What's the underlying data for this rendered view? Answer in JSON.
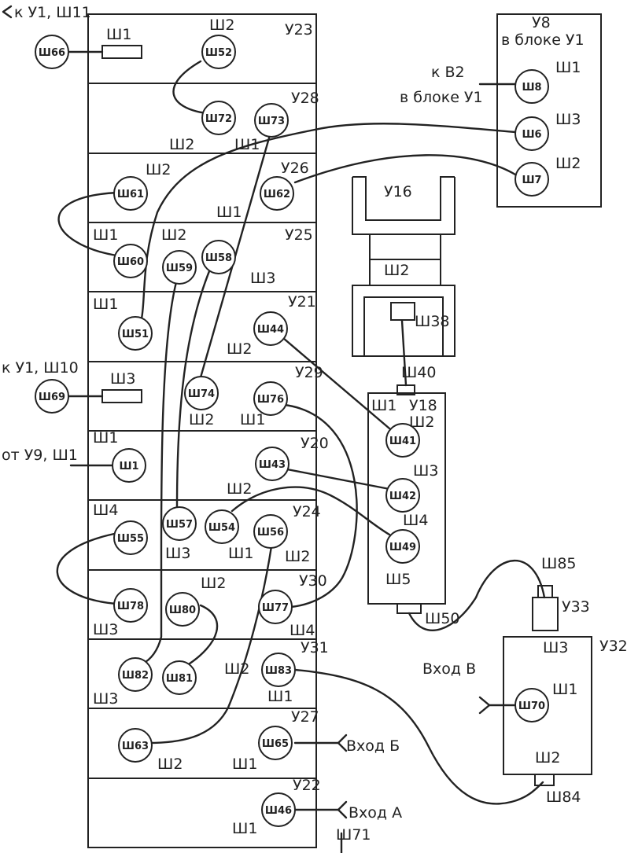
{
  "rack": {
    "units": [
      "У23",
      "У28",
      "У26",
      "У25",
      "У21",
      "У29",
      "У20",
      "У24",
      "У30",
      "У31",
      "У27",
      "У22"
    ]
  },
  "rack_texts": [
    "Ш1",
    "Ш2",
    "Ш2",
    "Ш1",
    "Ш2",
    "Ш1",
    "Ш1",
    "Ш2",
    "Ш3",
    "Ш1",
    "Ш2",
    "Ш3",
    "Ш2",
    "Ш1",
    "Ш1",
    "Ш2",
    "Ш4",
    "Ш3",
    "Ш1",
    "Ш2",
    "Ш2",
    "Ш3",
    "Ш4",
    "Ш2",
    "Ш3",
    "Ш1",
    "Ш2",
    "Ш1",
    "Ш1",
    "Ш71"
  ],
  "outside_texts": [
    "к У1, Ш11",
    "к У1, Ш10",
    "от У9, Ш1",
    "к В2",
    "в блоке У1",
    "У8",
    "в блоке У1",
    "Ш1",
    "Ш3",
    "Ш2",
    "У16",
    "Ш2",
    "Ш38",
    "Ш40",
    "Ш1",
    "У18",
    "Ш2",
    "Ш3",
    "Ш4",
    "Ш5",
    "Ш50",
    "Ш85",
    "У33",
    "Ш3",
    "У32",
    "Вход В",
    "Ш1",
    "Ш2",
    "Ш84",
    "Вход Б",
    "Вход А"
  ],
  "jacks": [
    "Ш66",
    "Ш52",
    "Ш72",
    "Ш73",
    "Ш61",
    "Ш62",
    "Ш60",
    "Ш59",
    "Ш58",
    "Ш51",
    "Ш44",
    "Ш69",
    "Ш74",
    "Ш76",
    "Ш1",
    "Ш43",
    "Ш57",
    "Ш54",
    "Ш56",
    "Ш55",
    "Ш78",
    "Ш80",
    "Ш77",
    "Ш82",
    "Ш81",
    "Ш83",
    "Ш63",
    "Ш65",
    "Ш46",
    "Ш8",
    "Ш6",
    "Ш7",
    "Ш41",
    "Ш42",
    "Ш49",
    "Ш70"
  ]
}
